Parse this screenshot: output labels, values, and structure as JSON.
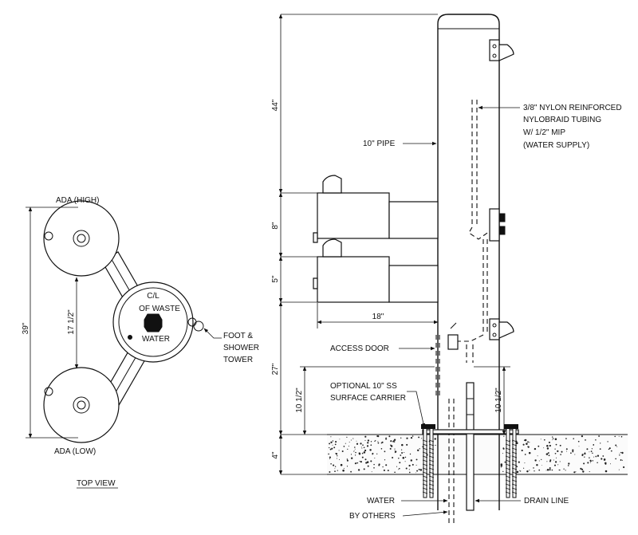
{
  "top_view": {
    "label_high": "ADA (HIGH)",
    "label_low": "ADA (LOW)",
    "center_line_1": "C/L",
    "center_line_2": "OF WASTE",
    "water": "WATER",
    "tower_1": "FOOT &",
    "tower_2": "SHOWER",
    "tower_3": "TOWER",
    "dim_overall": "39\"",
    "dim_spacing": "17 1/2\"",
    "title": "TOP VIEW"
  },
  "side_view": {
    "dim_top": "44\"",
    "dim_high": "8\"",
    "dim_low": "5\"",
    "dim_depth": "18\"",
    "dim_bottom": "27\"",
    "dim_carrier_left": "10 1/2\"",
    "dim_carrier_right": "10 1/2\"",
    "dim_slab": "4\"",
    "pipe_label": "10\" PIPE",
    "tubing_1": "3/8\" NYLON REINFORCED",
    "tubing_2": "NYLOBRAID TUBING",
    "tubing_3": "W/ 1/2\" MIP",
    "tubing_4": "(WATER SUPPLY)",
    "access_door": "ACCESS DOOR",
    "carrier_1": "OPTIONAL 10\" SS",
    "carrier_2": "SURFACE CARRIER",
    "water": "WATER",
    "by_others": "BY OTHERS",
    "drain": "DRAIN LINE"
  }
}
